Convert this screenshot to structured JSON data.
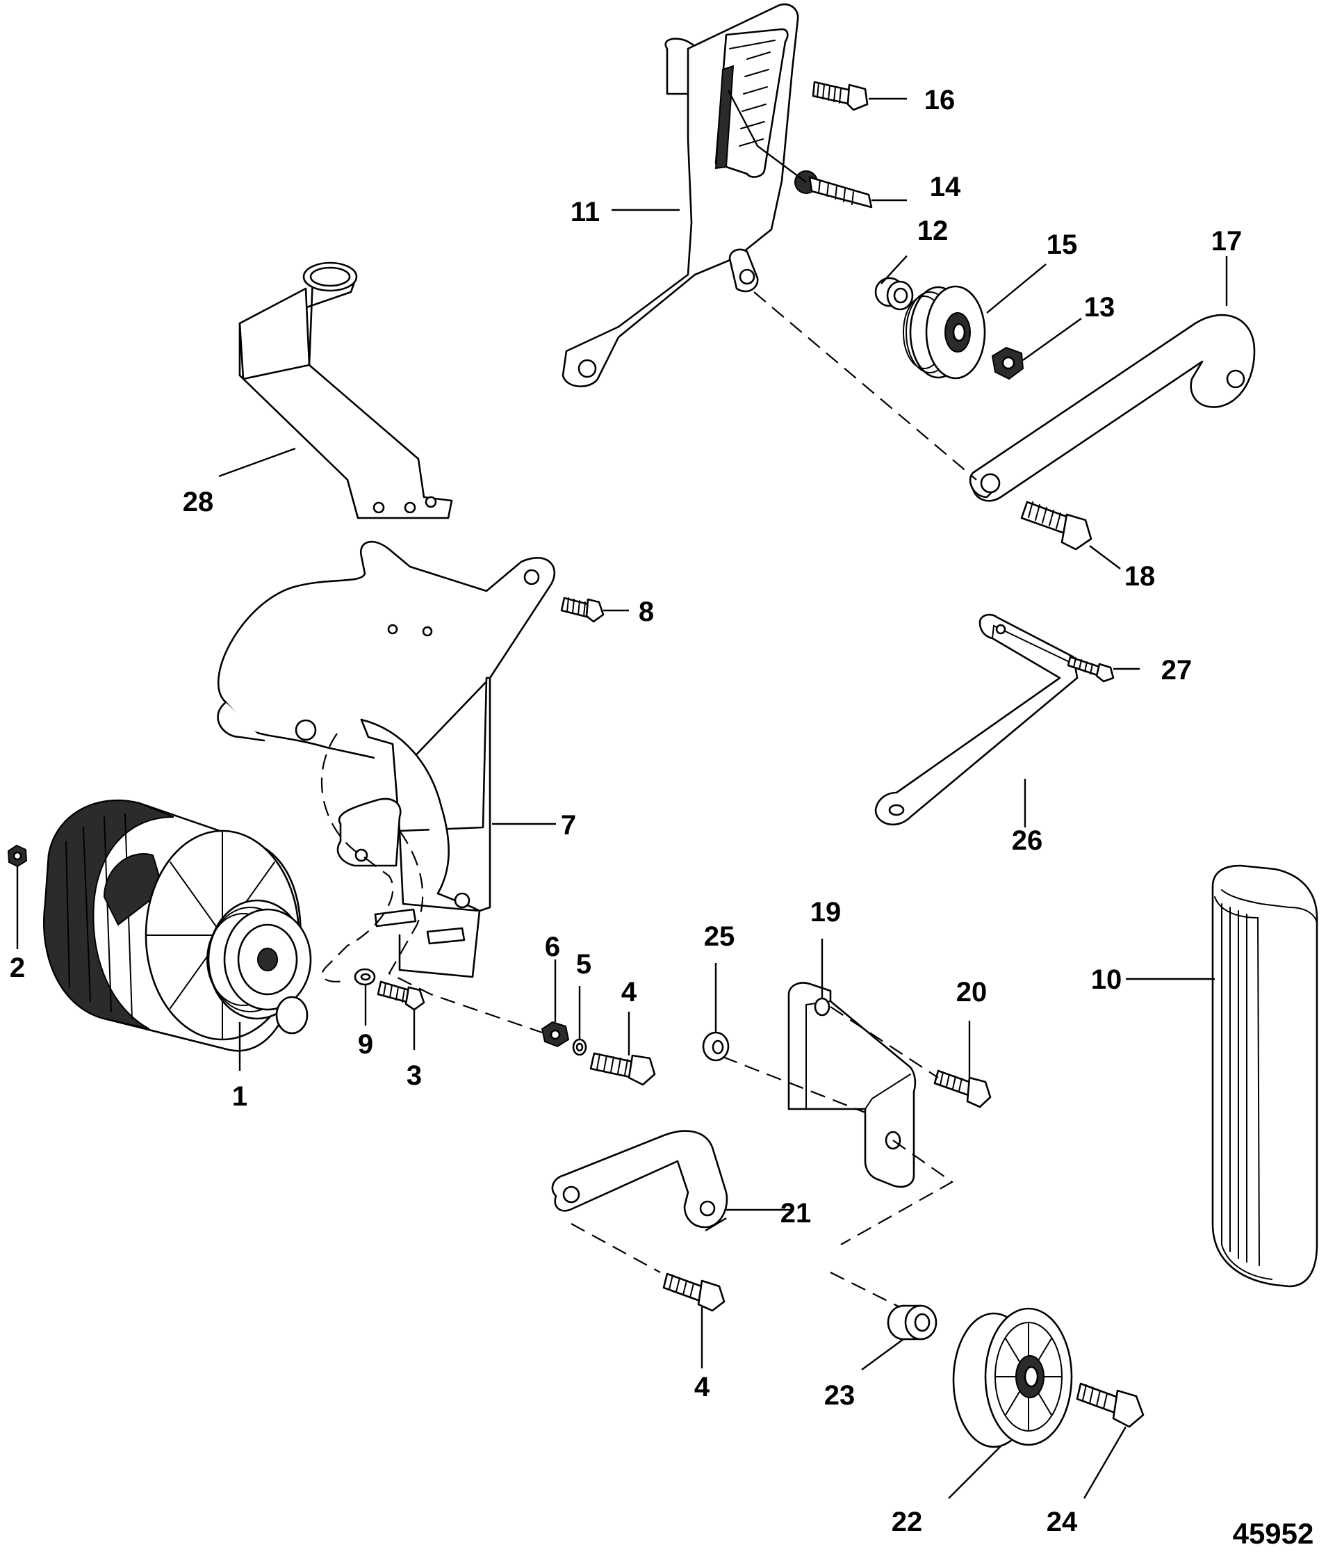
{
  "figure_number": "45952",
  "callouts": {
    "c1": "1",
    "c2": "2",
    "c3": "3",
    "c4a": "4",
    "c4b": "4",
    "c5": "5",
    "c6": "6",
    "c7": "7",
    "c8": "8",
    "c9": "9",
    "c10": "10",
    "c11": "11",
    "c12": "12",
    "c13": "13",
    "c14": "14",
    "c15": "15",
    "c16": "16",
    "c17": "17",
    "c18": "18",
    "c19": "19",
    "c20": "20",
    "c21": "21",
    "c22": "22",
    "c23": "23",
    "c24": "24",
    "c25": "25",
    "c26": "26",
    "c27": "27",
    "c28": "28"
  }
}
